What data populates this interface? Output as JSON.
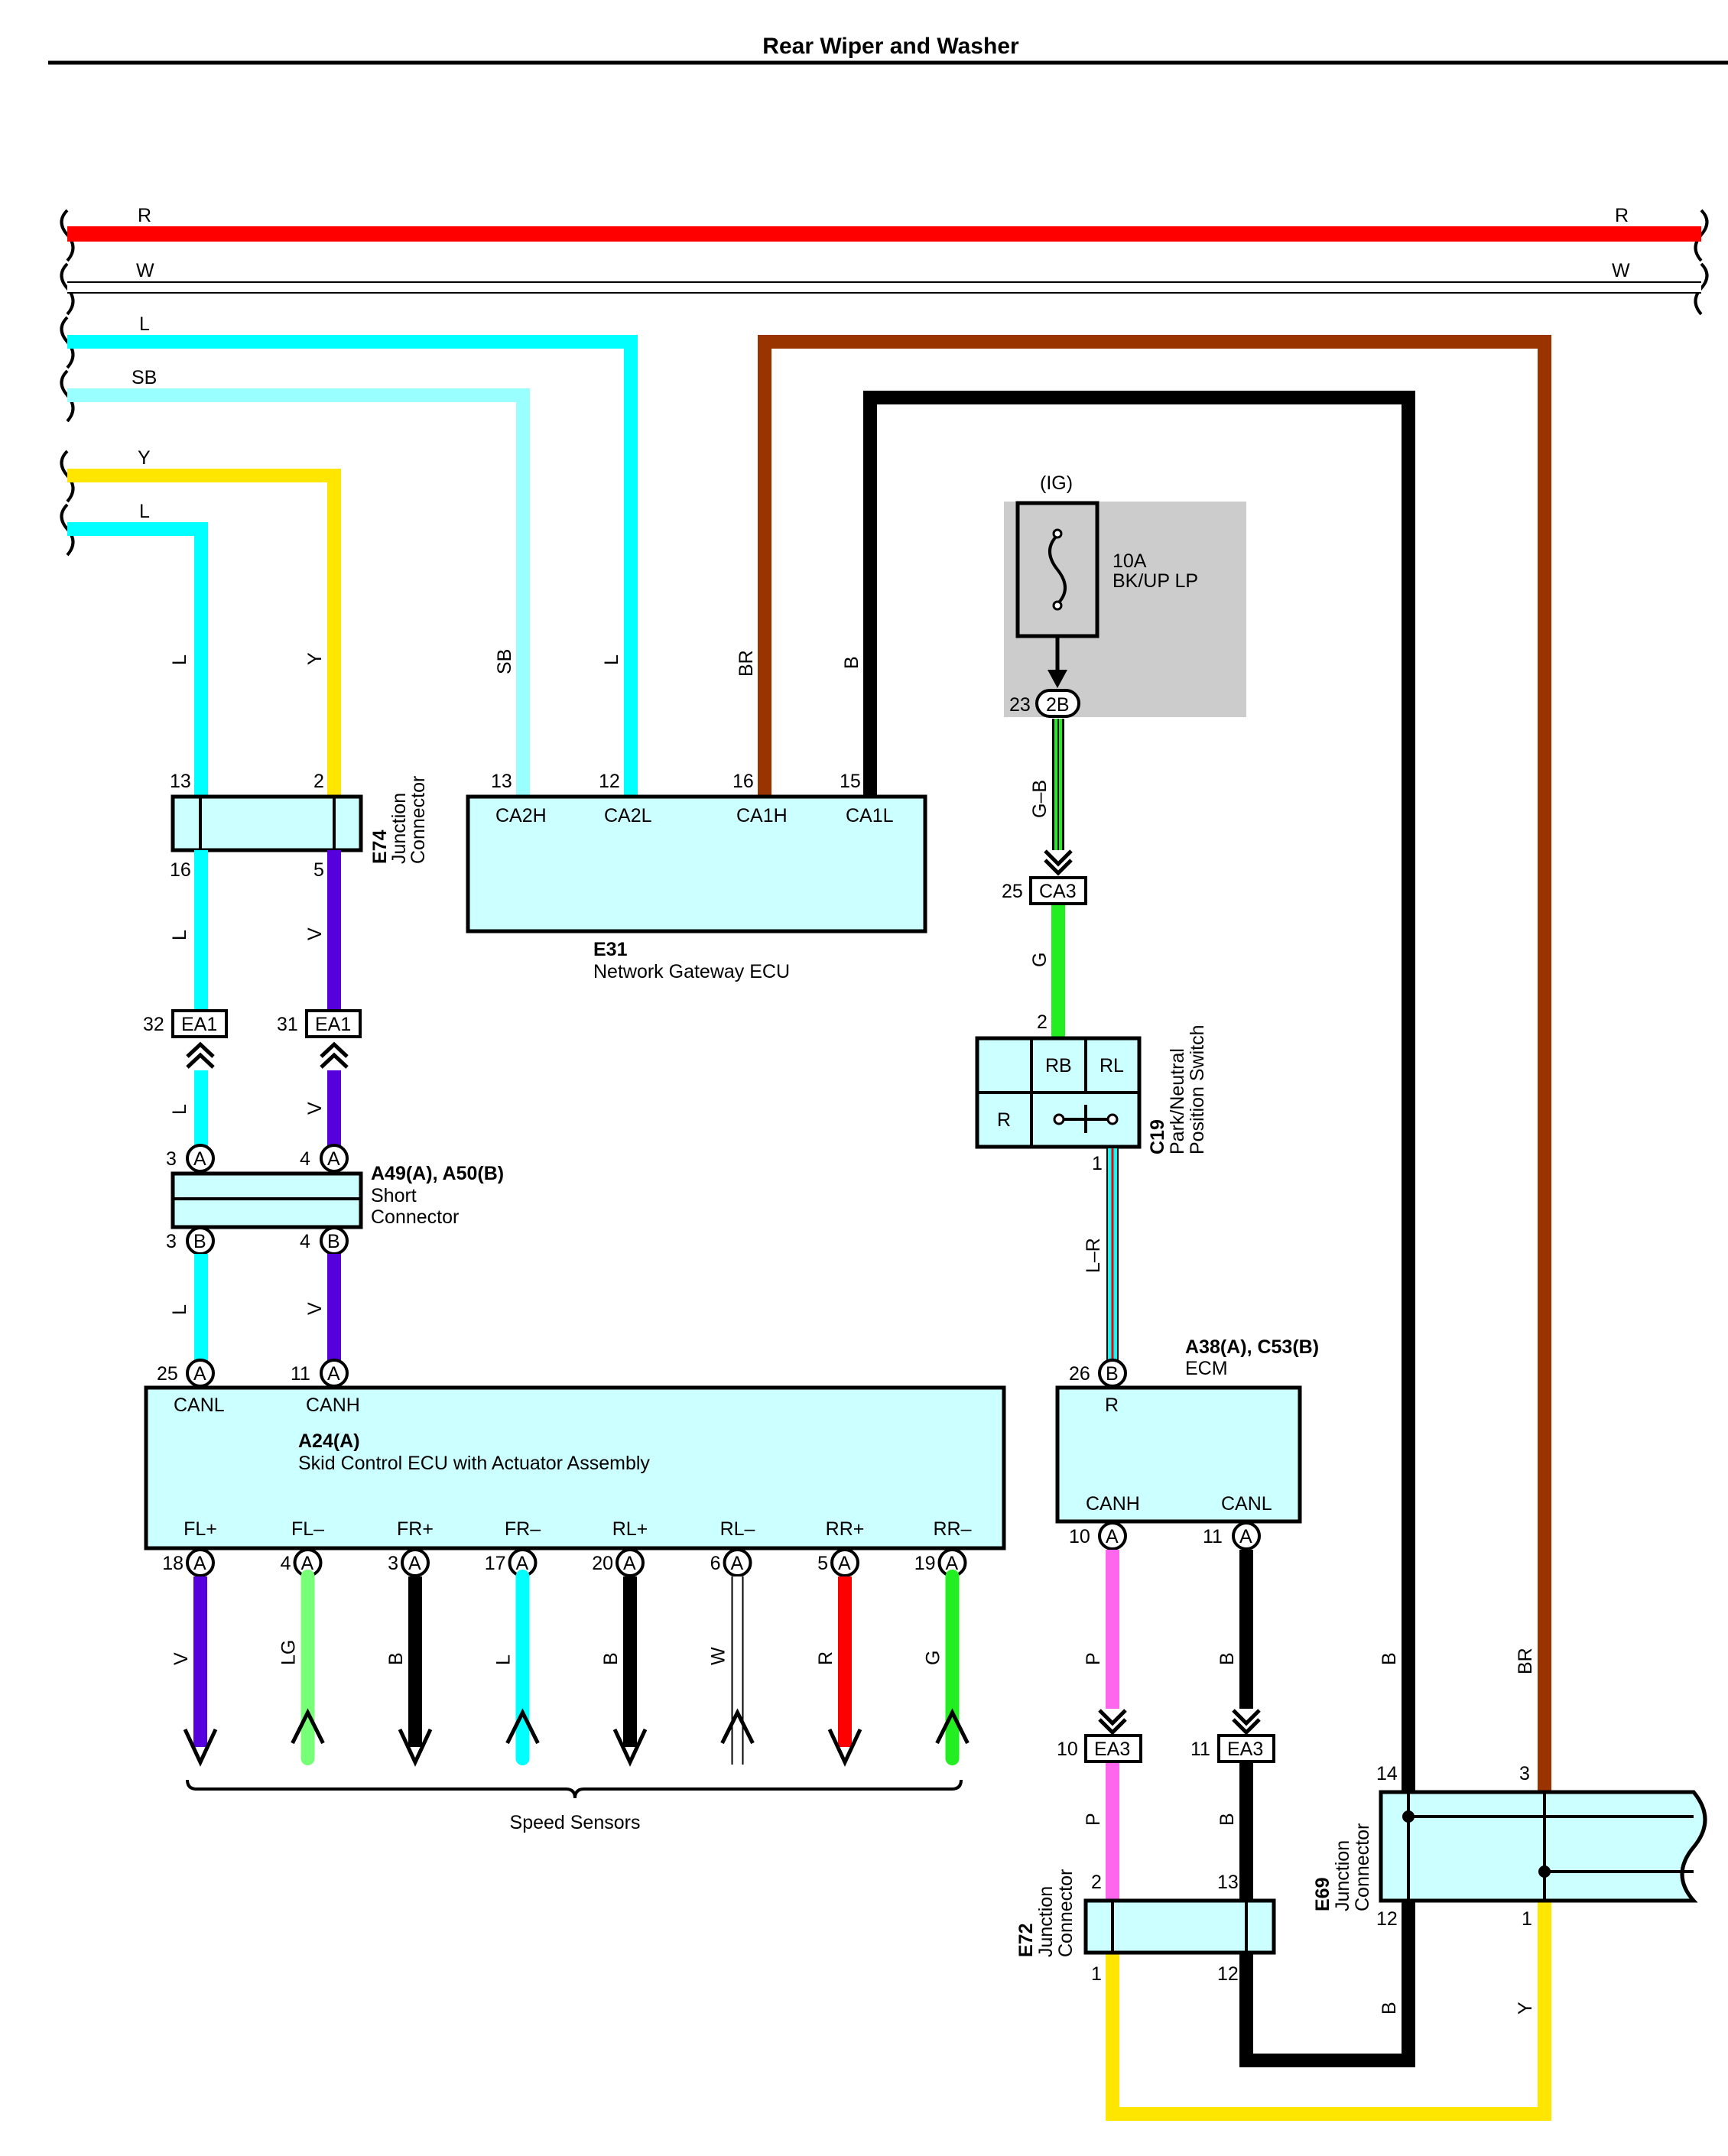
{
  "title": "Rear Wiper and Washer",
  "bus_labels": {
    "r_left": "R",
    "r_right": "R",
    "w_left": "W",
    "w_right": "W",
    "l1": "L",
    "sb": "SB",
    "y": "Y",
    "l2": "L"
  },
  "wire_labels": {
    "e74_in_l": "L",
    "e74_in_y": "Y",
    "gw_sb": "SB",
    "gw_l": "L",
    "gw_br": "BR",
    "gw_b": "B",
    "e74_out_l": "L",
    "e74_out_v": "V",
    "ea1_l": "L",
    "ea1_v": "V",
    "short_l": "L",
    "short_v": "V",
    "fuse_gb": "G–B",
    "ca3_g": "G",
    "c19_lr": "L–R",
    "sens_v": "V",
    "sens_lg": "LG",
    "sens_b1": "B",
    "sens_l": "L",
    "sens_b2": "B",
    "sens_w": "W",
    "sens_r": "R",
    "sens_g": "G",
    "ecm_p": "P",
    "ecm_b": "B",
    "ea3_p": "P",
    "ea3_b": "B",
    "e69_b_top": "B",
    "e69_br_top": "BR",
    "e72_b_bottom": "B",
    "e69_y_bottom": "Y"
  },
  "fuse": {
    "supply": "(IG)",
    "rating": "10A",
    "name": "BK/UP LP",
    "connector": "2B",
    "pin": "23"
  },
  "e74": {
    "code": "E74",
    "name_line1": "Junction",
    "name_line2": "Connector",
    "pin_in_l": "13",
    "pin_in_y": "2",
    "pin_out_l": "16",
    "pin_out_v": "5"
  },
  "gateway": {
    "code": "E31",
    "name": "Network Gateway ECU",
    "pins": [
      {
        "num": "13",
        "label": "CA2H"
      },
      {
        "num": "12",
        "label": "CA2L"
      },
      {
        "num": "16",
        "label": "CA1H"
      },
      {
        "num": "15",
        "label": "CA1L"
      }
    ]
  },
  "ea1": {
    "code": "EA1",
    "pin_l": "32",
    "pin_v": "31"
  },
  "short_conn": {
    "code": "A49(A), A50(B)",
    "name_line1": "Short",
    "name_line2": "Connector",
    "pin_l_a": "3",
    "pin_v_a": "4",
    "pin_l_b": "3",
    "pin_v_b": "4",
    "conn_a": "A",
    "conn_b": "B"
  },
  "ca3": {
    "code": "CA3",
    "pin": "25"
  },
  "c19": {
    "code": "C19",
    "name_line1": "Park/Neutral",
    "name_line2": "Position Switch",
    "term_rb": "RB",
    "term_rl": "RL",
    "term_r": "R",
    "pin_top": "2",
    "pin_bottom": "1"
  },
  "skid": {
    "code": "A24(A)",
    "name": "Skid Control ECU with Actuator Assembly",
    "pin_canl": "25",
    "label_canl": "CANL",
    "pin_canh": "11",
    "label_canh": "CANH",
    "conn": "A",
    "sensor_pins": [
      {
        "num": "18",
        "label": "FL+"
      },
      {
        "num": "4",
        "label": "FL–"
      },
      {
        "num": "3",
        "label": "FR+"
      },
      {
        "num": "17",
        "label": "FR–"
      },
      {
        "num": "20",
        "label": "RL+"
      },
      {
        "num": "6",
        "label": "RL–"
      },
      {
        "num": "5",
        "label": "RR+"
      },
      {
        "num": "19",
        "label": "RR–"
      }
    ]
  },
  "speed_sensors": "Speed Sensors",
  "ecm": {
    "code": "A38(A), C53(B)",
    "name": "ECM",
    "pin_r": "26",
    "conn_r": "B",
    "label_r": "R",
    "pin_canh": "10",
    "label_canh": "CANH",
    "pin_canl": "11",
    "label_canl": "CANL",
    "conn_can": "A"
  },
  "ea3": {
    "code": "EA3",
    "pin_p": "10",
    "pin_b": "11"
  },
  "e72": {
    "code": "E72",
    "name_line1": "Junction",
    "name_line2": "Connector",
    "pin_p": "2",
    "pin_b": "13",
    "pin_y": "1",
    "pin_b_out": "12"
  },
  "e69": {
    "code": "E69",
    "name_line1": "Junction",
    "name_line2": "Connector",
    "pin_b_top": "14",
    "pin_br_top": "3",
    "pin_b_bottom": "12",
    "pin_y_bottom": "1"
  },
  "colors": {
    "red": "#ff0000",
    "light_blue": "#00ffff",
    "sky_blue": "#99ffff",
    "yellow": "#ffe600",
    "brown": "#993300",
    "black": "#000000",
    "violet": "#5500dd",
    "green": "#22ee22",
    "light_green": "#77ff77",
    "pink": "#ff66ee",
    "component_fill": "#ccffff",
    "fuse_area": "#cccccc"
  }
}
